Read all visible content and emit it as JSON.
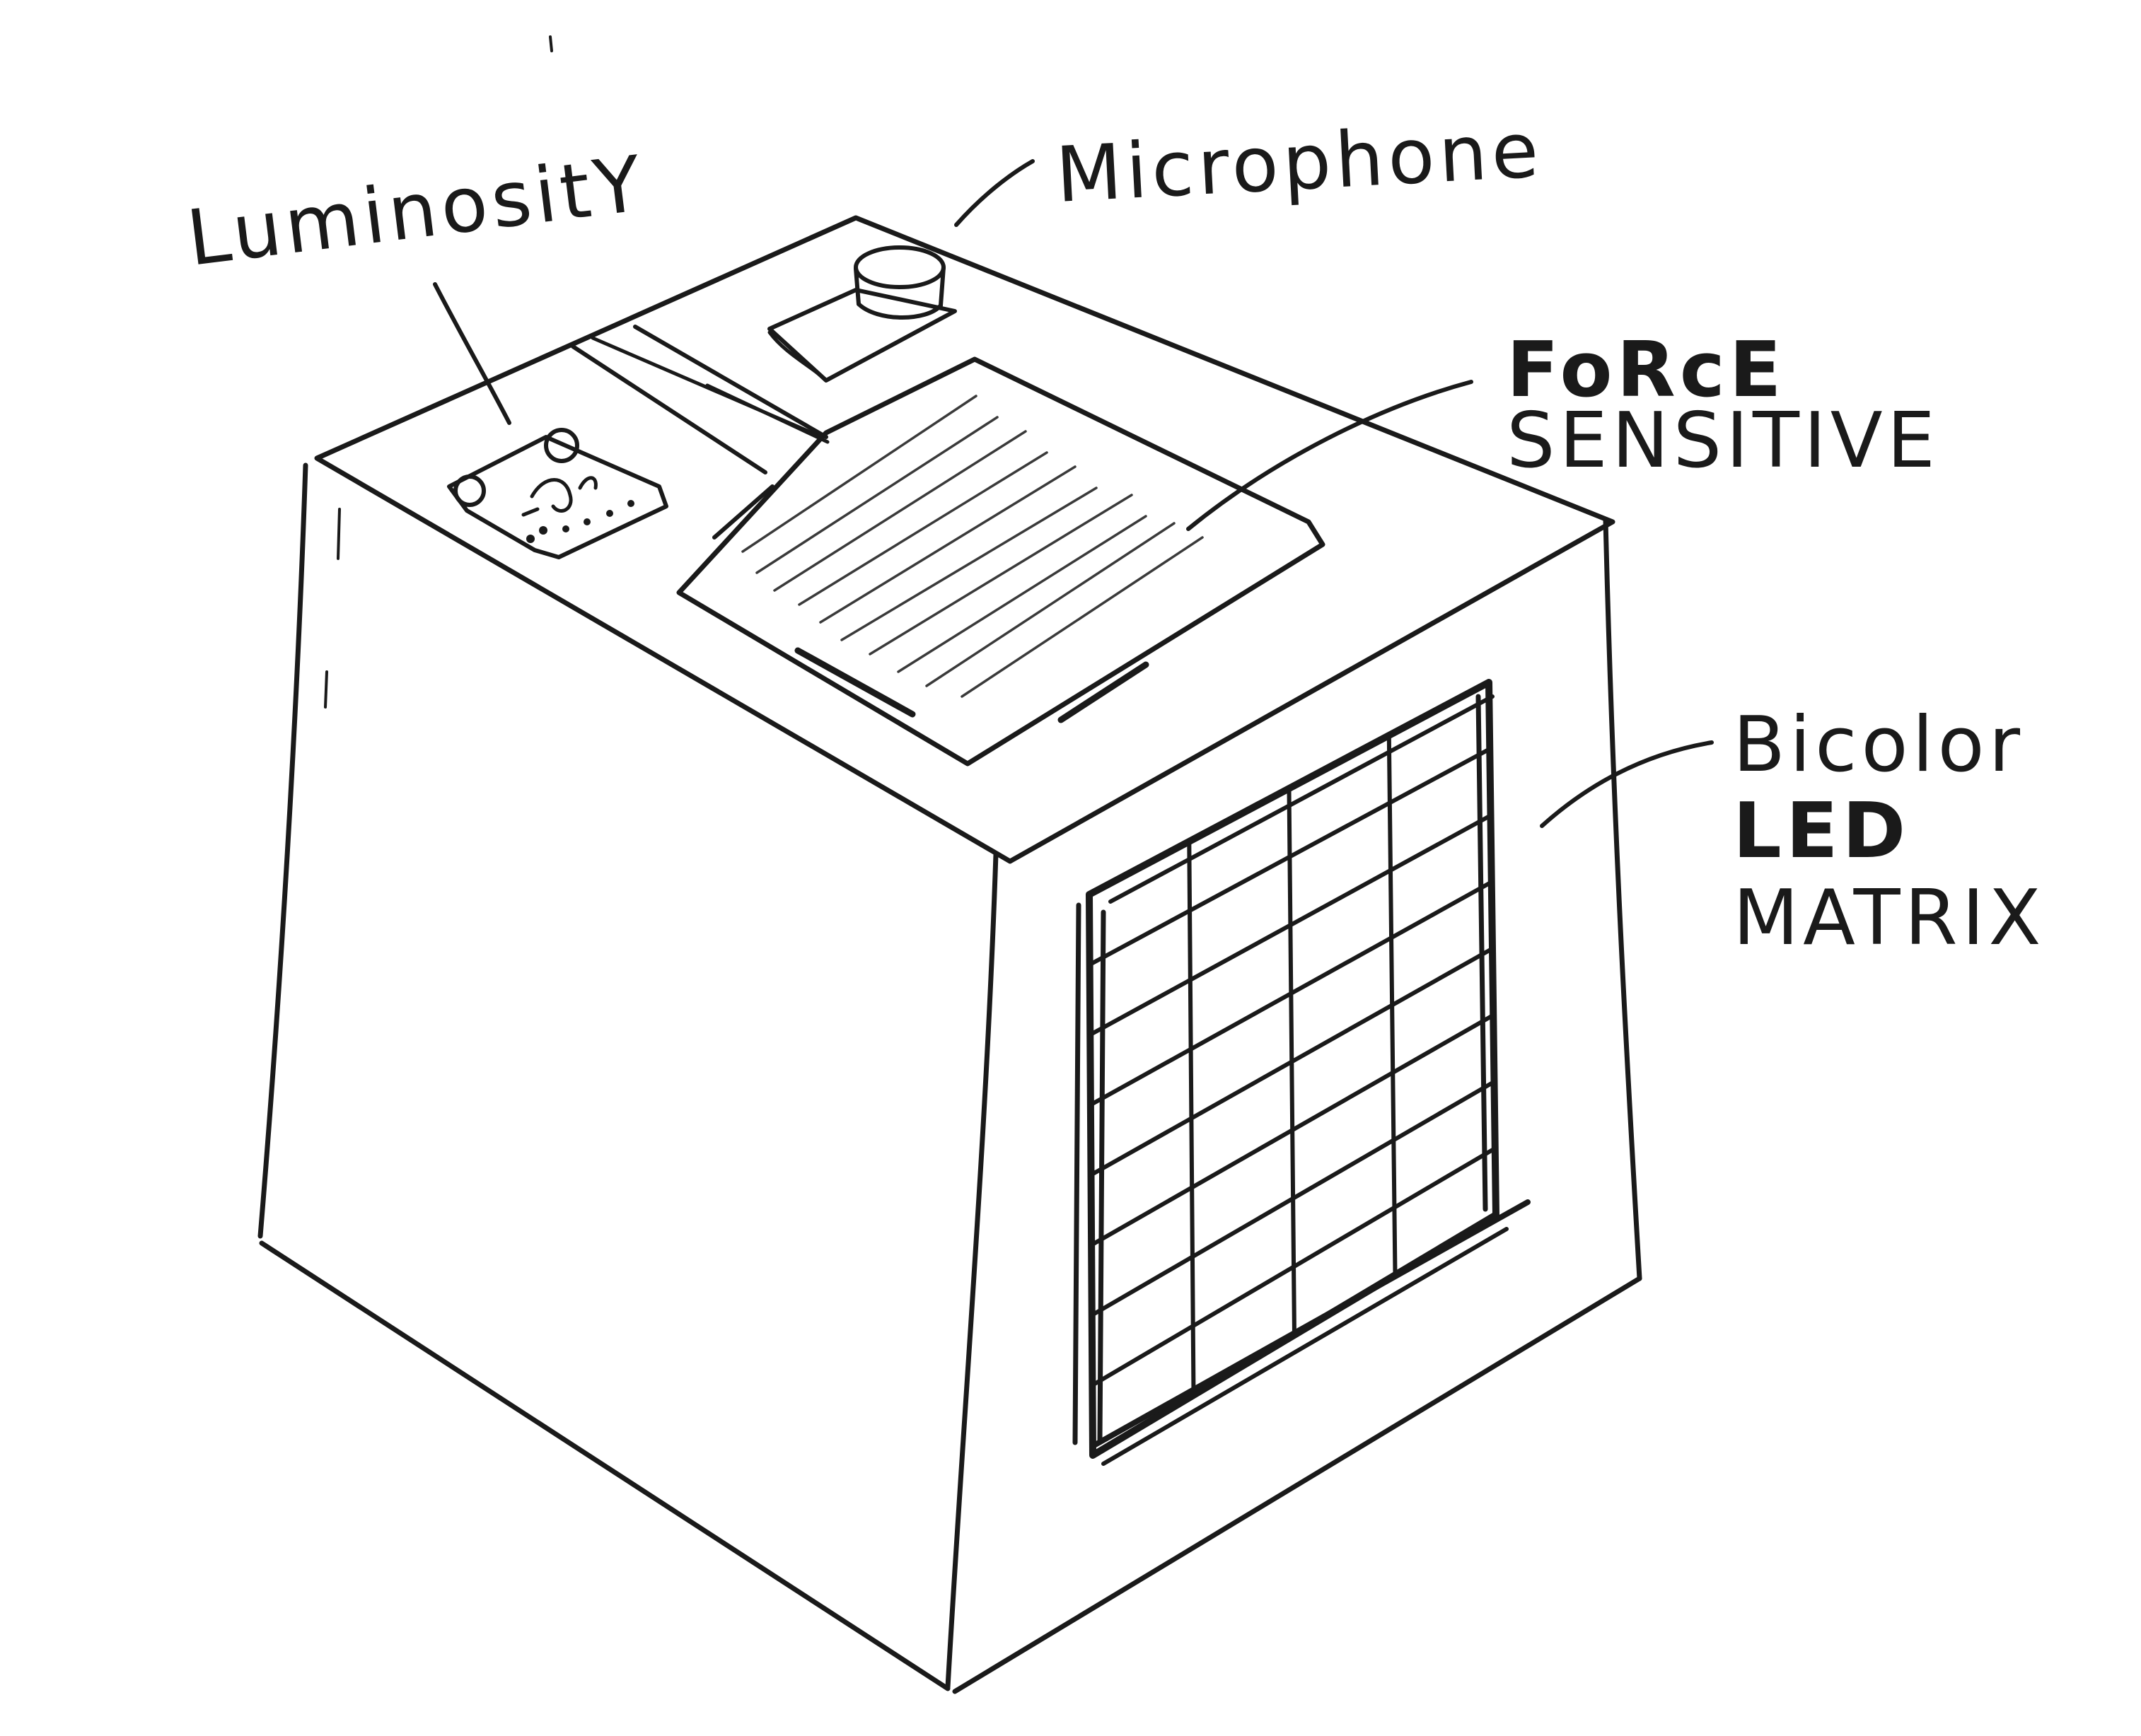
{
  "labels": {
    "luminosity": "LuminositY",
    "microphone": "Microphone",
    "force_line1": "FoRcE",
    "force_line2": "SENSITIVE",
    "led_line1": "Bicolor",
    "led_line2": "LED",
    "led_line3": "MATRIX"
  },
  "led_matrix": {
    "columns": 4,
    "rows": 8
  },
  "colors": {
    "ink": "#1a1a1a",
    "paper": "#ffffff"
  }
}
